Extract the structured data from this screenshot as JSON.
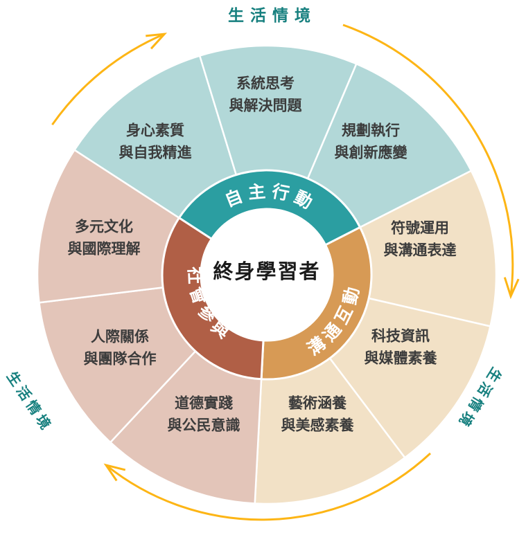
{
  "wheel": {
    "center": "終身學習者",
    "inner_rings": [
      {
        "label": "自主行動"
      },
      {
        "label": "溝通互動"
      },
      {
        "label": "社會參與"
      }
    ],
    "competencies": [
      {
        "line1": "身心素質",
        "line2": "與自我精進",
        "group": "自主行動"
      },
      {
        "line1": "系統思考",
        "line2": "與解決問題",
        "group": "自主行動"
      },
      {
        "line1": "規劃執行",
        "line2": "與創新應變",
        "group": "自主行動"
      },
      {
        "line1": "符號運用",
        "line2": "與溝通表達",
        "group": "溝通互動"
      },
      {
        "line1": "科技資訊",
        "line2": "與媒體素養",
        "group": "溝通互動"
      },
      {
        "line1": "藝術涵養",
        "line2": "與美感素養",
        "group": "溝通互動"
      },
      {
        "line1": "道德實踐",
        "line2": "與公民意識",
        "group": "社會參與"
      },
      {
        "line1": "人際關係",
        "line2": "與團隊合作",
        "group": "社會參與"
      },
      {
        "line1": "多元文化",
        "line2": "與國際理解",
        "group": "社會參與"
      }
    ],
    "context_labels": {
      "top": "生活情境",
      "bottom_left": "生活情境",
      "bottom_right": "生活情境"
    }
  },
  "colors": {
    "ring_teal": "#2B9EA1",
    "ring_gold": "#D79A55",
    "ring_rust": "#B05F46",
    "segment_teal": "#B2D8D8",
    "segment_tan": "#F2E1C6",
    "segment_pink": "#E3C5B9",
    "arrow_yellow": "#FDB515",
    "context_text_teal": "#17807F",
    "label_dark": "#3C3C3C",
    "center_text": "#1A1A1A",
    "divider_white": "#FFFFFF",
    "background": "#FFFFFF"
  }
}
